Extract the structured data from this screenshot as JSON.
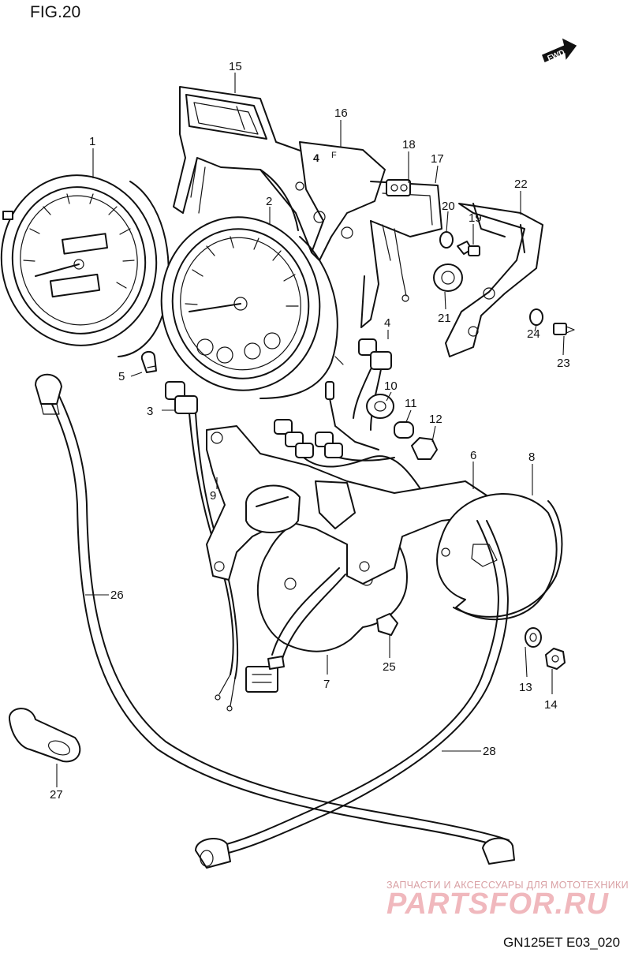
{
  "figure_label": "FIG.20",
  "fwd_label": "FWD",
  "diagram_code": "GN125ET E03_020",
  "watermark": {
    "tagline": "ЗАПЧАСТИ И АКСЕССУАРЫ ДЛЯ МОТОТЕХНИКИ",
    "brand": "PARTSFOR.RU"
  },
  "callouts": [
    "1",
    "2",
    "3",
    "4",
    "5",
    "6",
    "7",
    "8",
    "9",
    "10",
    "11",
    "12",
    "13",
    "14",
    "15",
    "16",
    "17",
    "18",
    "19",
    "20",
    "21",
    "22",
    "23",
    "24",
    "25",
    "26",
    "27",
    "28"
  ]
}
